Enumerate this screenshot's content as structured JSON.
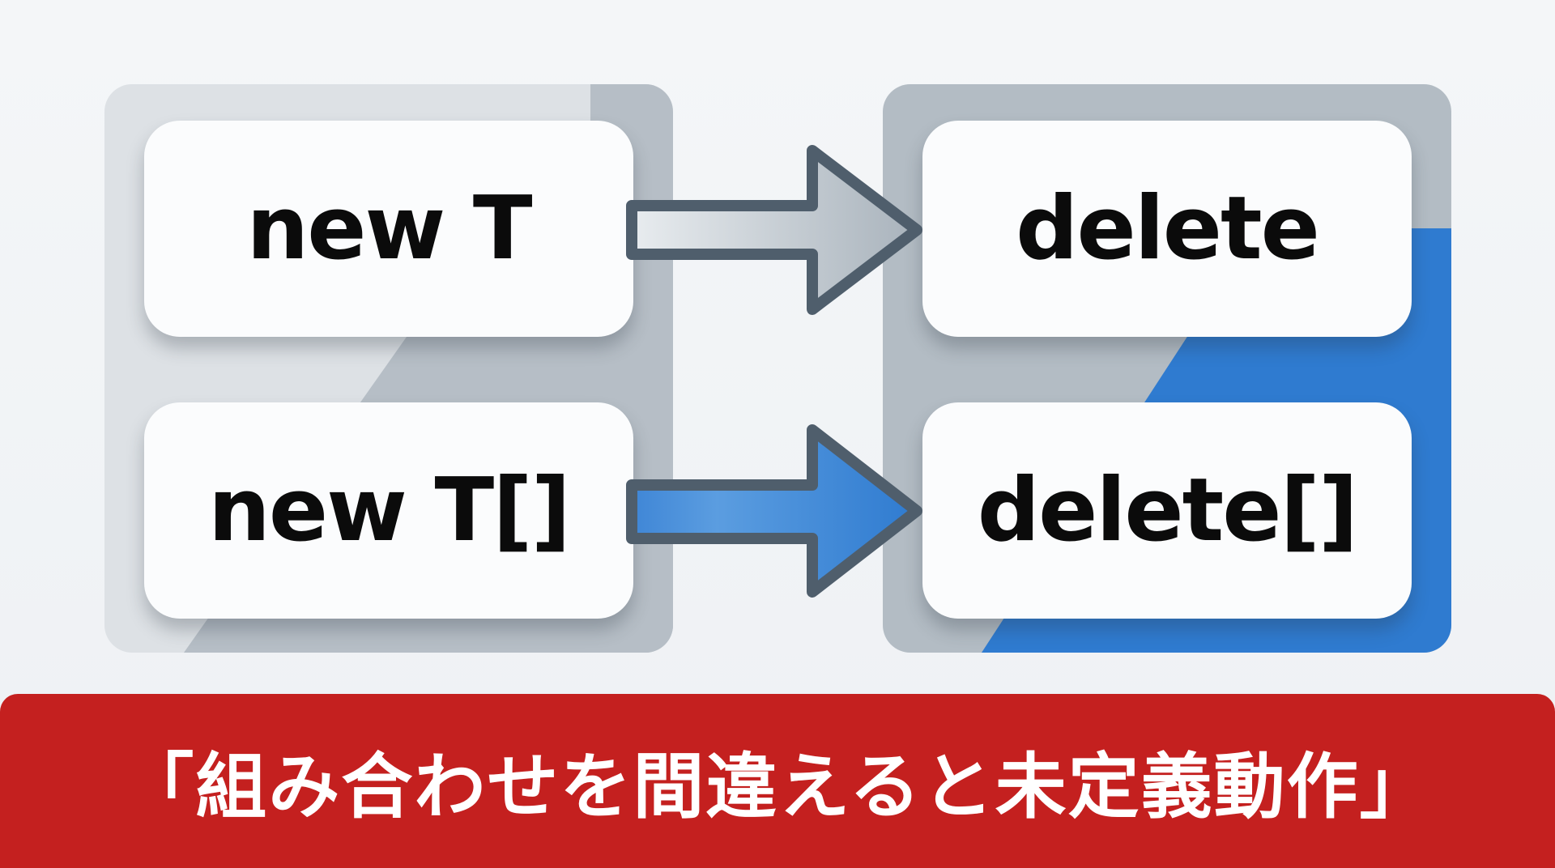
{
  "left_column": {
    "items": [
      "new T",
      "new T[]"
    ]
  },
  "right_column": {
    "items": [
      "delete",
      "delete[]"
    ]
  },
  "caption": "「組み合わせを間違えると未定義動作」",
  "colors": {
    "accent_blue": "#2f7bd0",
    "arrow_outline": "#4f5e6c",
    "banner_red": "#c4201f"
  }
}
